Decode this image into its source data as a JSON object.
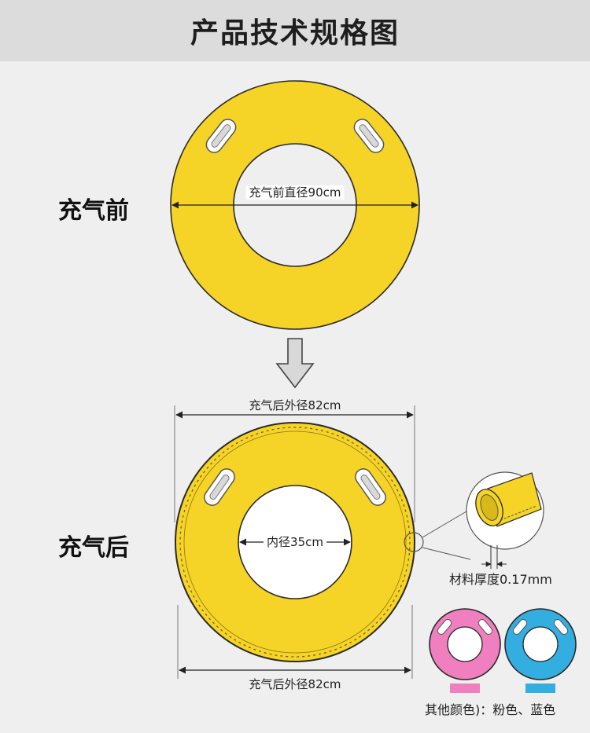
{
  "header": {
    "title": "产品技术规格图"
  },
  "before": {
    "label": "充气前",
    "diameter_label": "充气前直径90cm"
  },
  "after": {
    "label": "充气后",
    "top_outer_label": "充气后外径82cm",
    "bottom_outer_label": "充气后外径82cm",
    "inner_label": "内径35cm"
  },
  "material": {
    "thickness_label": "材料厚度0.17mm"
  },
  "other_colors": {
    "label": "其他颜色)：粉色、蓝色",
    "swatches": [
      {
        "name": "粉色",
        "color": "#f07fbf"
      },
      {
        "name": "蓝色",
        "color": "#33aee0"
      }
    ]
  },
  "colors": {
    "ring_yellow": "#f5d327",
    "ring_stroke": "#2a2a2a",
    "header_bg": "#dcdcdc",
    "page_bg": "#efefef"
  }
}
